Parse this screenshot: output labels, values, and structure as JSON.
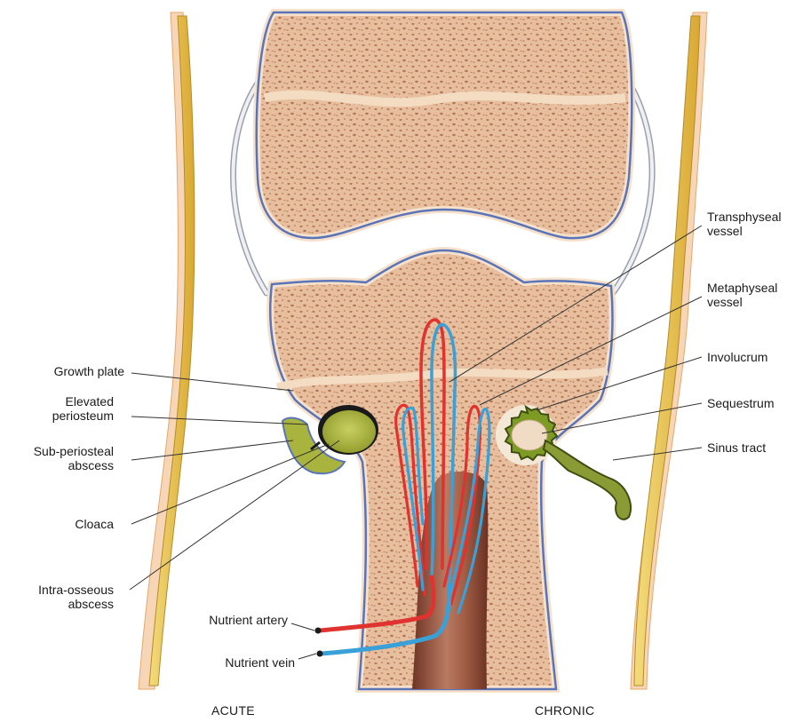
{
  "labels": {
    "transphyseal_vessel": [
      "Transphyseal",
      "vessel"
    ],
    "metaphyseal_vessel": [
      "Metaphyseal",
      "vessel"
    ],
    "involucrum": "Involucrum",
    "sequestrum": "Sequestrum",
    "sinus_tract": "Sinus tract",
    "growth_plate": "Growth plate",
    "elevated_periosteum": [
      "Elevated",
      "periosteum"
    ],
    "sub_periosteal_abscess": [
      "Sub-periosteal",
      "abscess"
    ],
    "cloaca": "Cloaca",
    "intra_osseous_abscess": [
      "Intra-osseous",
      "abscess"
    ],
    "nutrient_artery": "Nutrient artery",
    "nutrient_vein": "Nutrient vein"
  },
  "captions": {
    "left": "ACUTE",
    "right": "CHRONIC"
  },
  "colors": {
    "bone": "#e9c4a4",
    "bone_edge": "#f6e4d0",
    "marrow_dots": "#b9805e",
    "periosteum": "#5b74b8",
    "abscess": "#a7b53a",
    "artery": "#e0322f",
    "vein": "#3aa0d8",
    "fat": "#e7c24a",
    "medullary": "#8f4a34"
  }
}
